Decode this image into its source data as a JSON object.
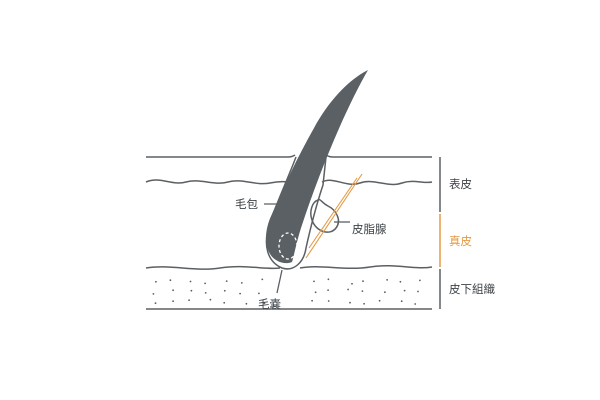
{
  "colors": {
    "hair": "#5b6064",
    "line": "#5b6064",
    "accent": "#e39a45",
    "dots": "#5b6064",
    "background": "#ffffff"
  },
  "labels": {
    "hair_follicle": "毛包",
    "sebaceous_gland": "皮脂腺",
    "hair_bulb": "毛嚢",
    "epidermis": "表皮",
    "dermis": "真皮",
    "subcutaneous": "皮下組織"
  },
  "highlighted_layer": "dermis"
}
